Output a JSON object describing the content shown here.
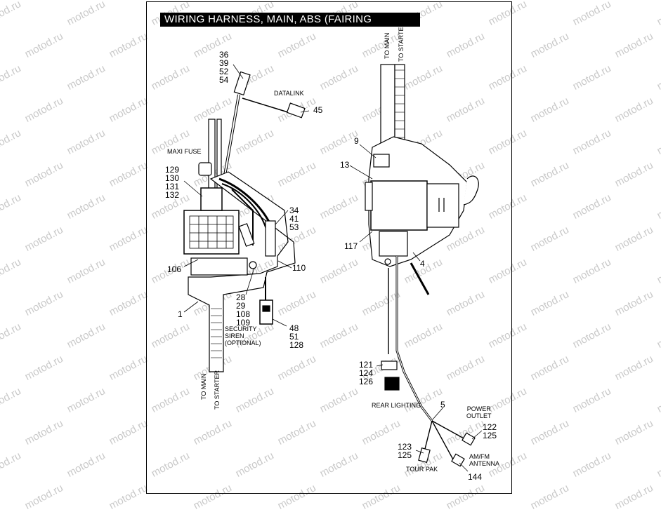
{
  "watermark_text": "motod.ru",
  "title": "WIRING HARNESS, MAIN, ABS (FAIRING MODELS)",
  "left": {
    "callout_36_54": [
      "36",
      "39",
      "52",
      "54"
    ],
    "datalink": "DATALINK",
    "c45": "45",
    "maxi_fuse": "MAXI FUSE",
    "callout_129_132": [
      "129",
      "130",
      "131",
      "132"
    ],
    "callout_34_53": [
      "34",
      "41",
      "53"
    ],
    "c106": "106",
    "c110": "110",
    "c1": "1",
    "callout_28_109": [
      "28",
      "29",
      "108",
      "109"
    ],
    "security_siren": [
      "SECURITY",
      "SIREN",
      "(OPTIONAL)"
    ],
    "callout_48_128": [
      "48",
      "51",
      "128"
    ],
    "to_main": "TO MAIN",
    "to_starter": "TO STARTER"
  },
  "right": {
    "to_main": "TO MAIN",
    "to_starter": "TO STARTER",
    "c9": "9",
    "c13": "13",
    "c117": "117",
    "c4": "4",
    "callout_121_126": [
      "121",
      "124",
      "126"
    ],
    "rear_lighting": "REAR LIGHTING",
    "c5": "5",
    "power_outlet": [
      "POWER",
      "OUTLET"
    ],
    "callout_122_125": [
      "122",
      "125"
    ],
    "callout_123_125": [
      "123",
      "125"
    ],
    "amfm_antenna": [
      "AM/FM",
      "ANTENNA"
    ],
    "tour_pak": "TOUR PAK",
    "c144": "144"
  }
}
